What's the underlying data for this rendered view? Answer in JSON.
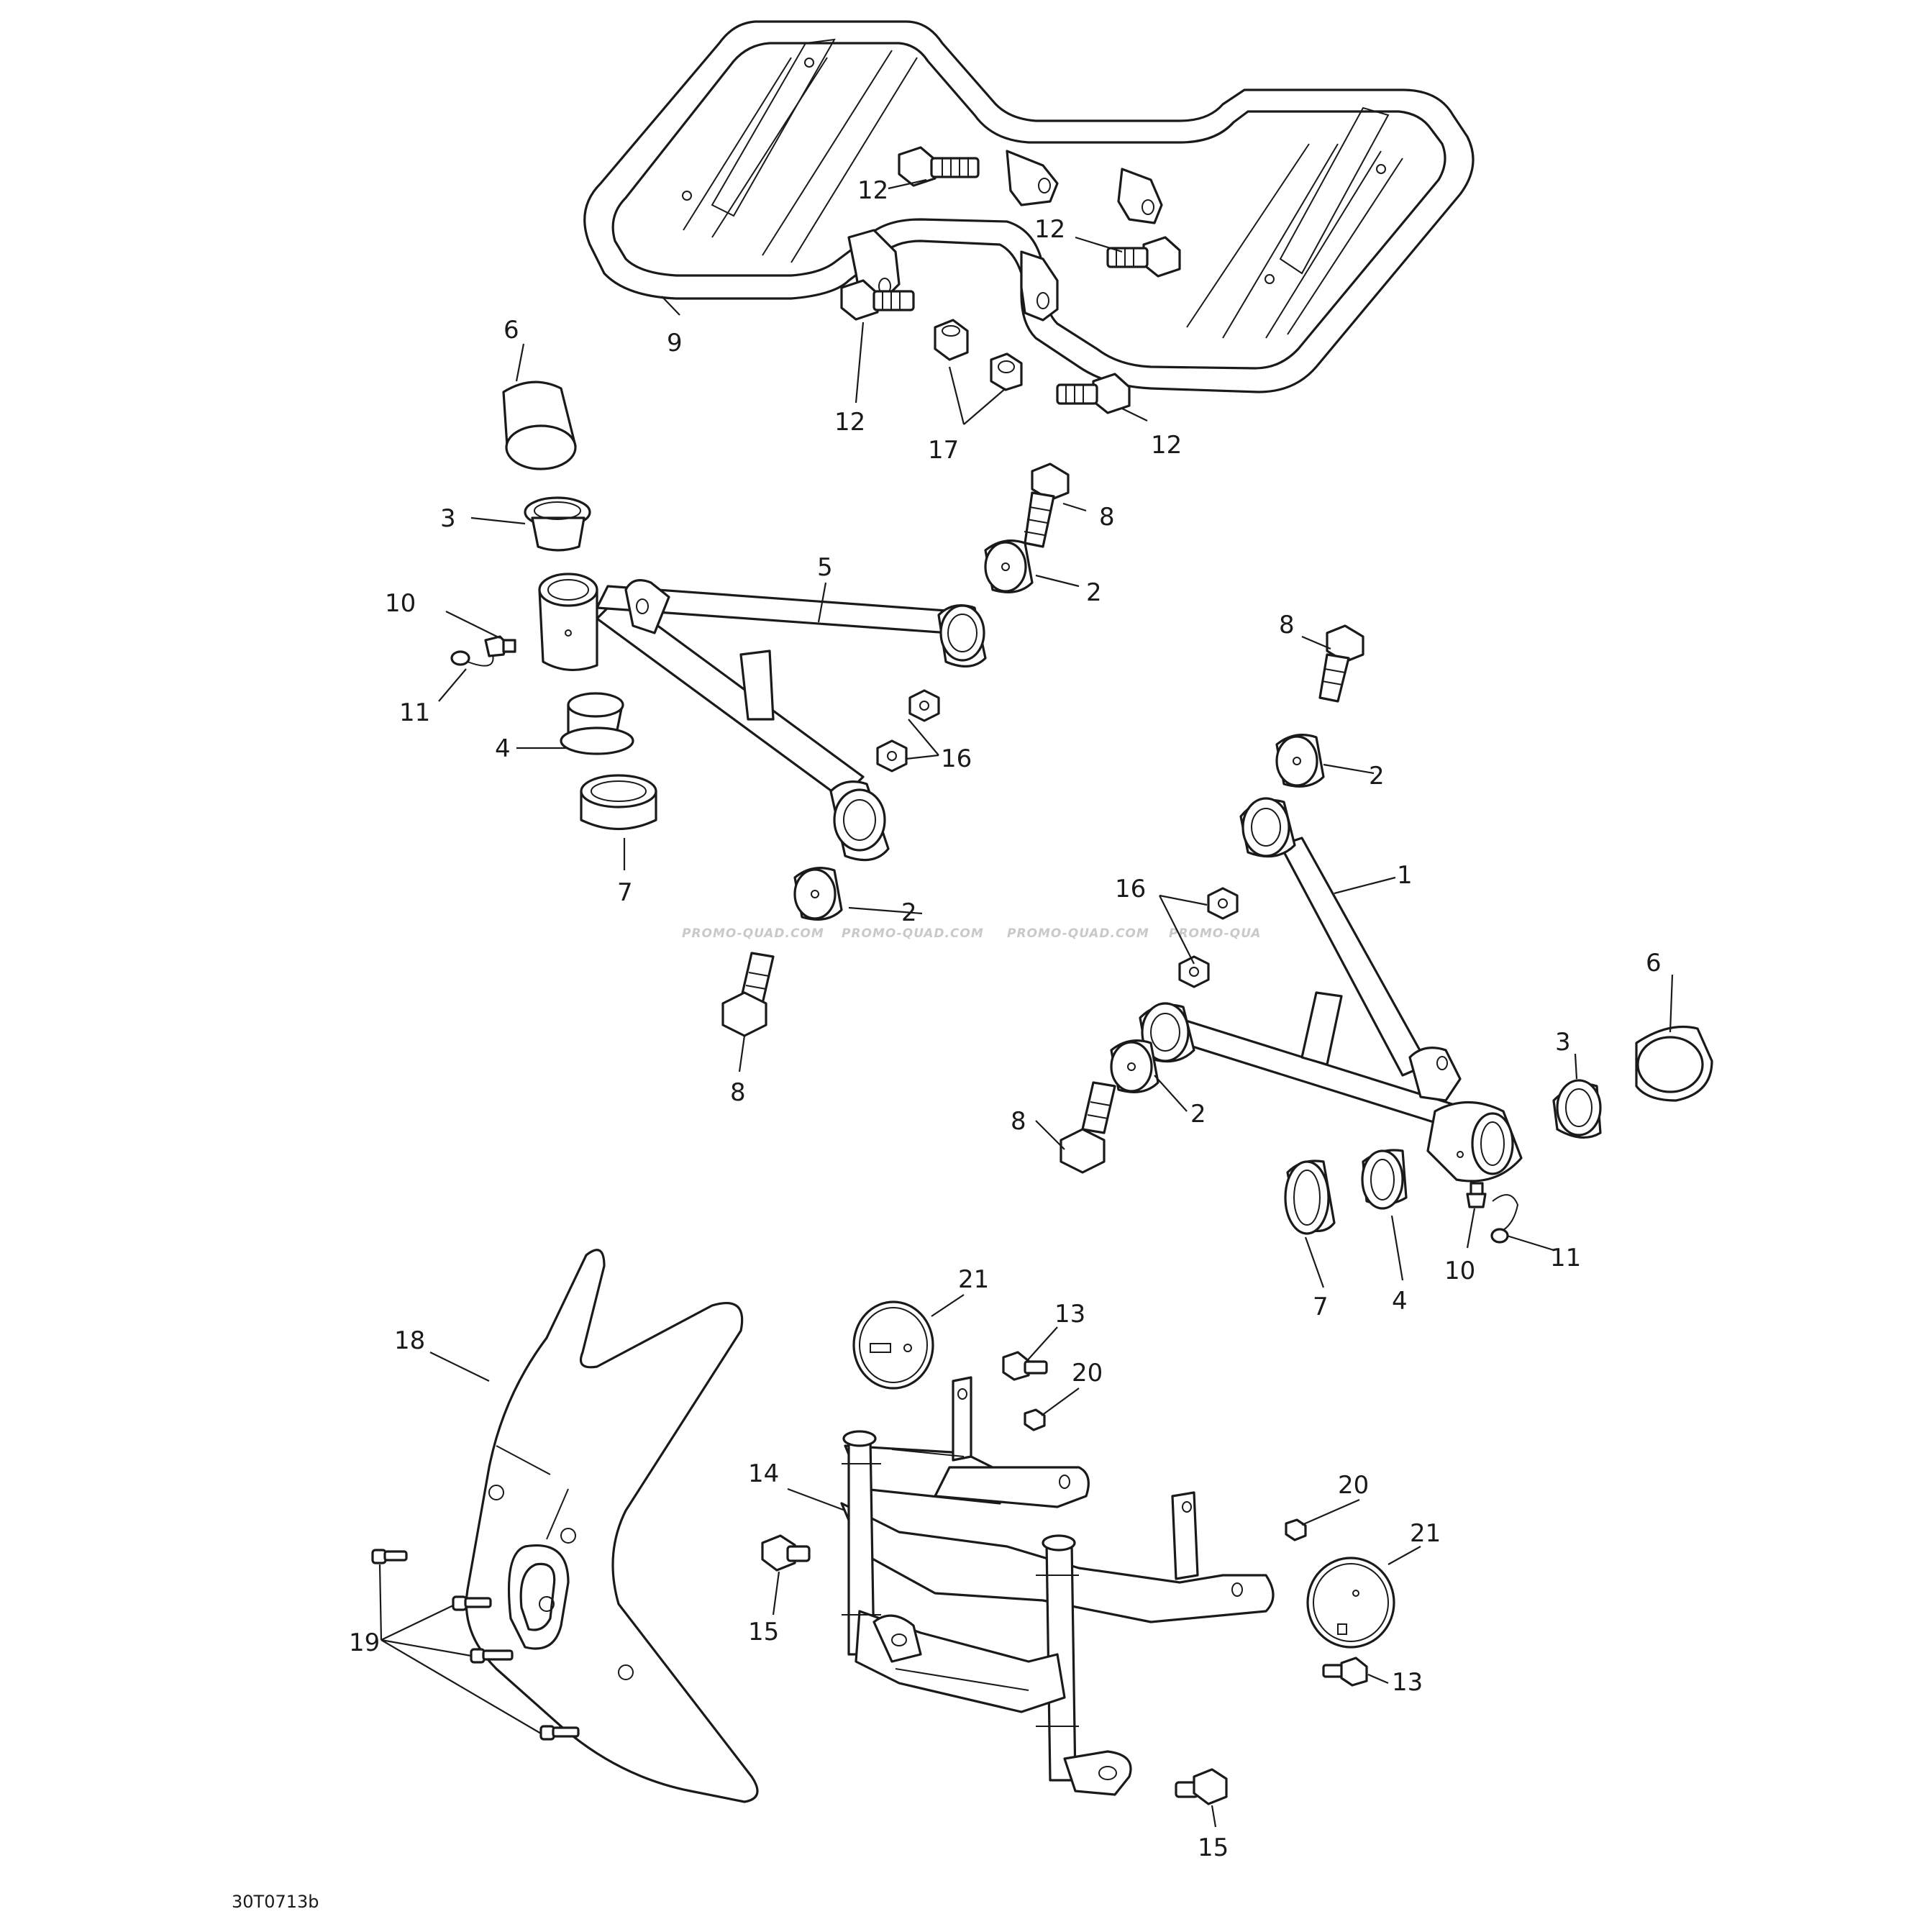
{
  "doc_code": "30T0713b",
  "watermark": [
    "PROMO-QUAD.COM",
    "PROMO-QUAD.COM",
    "PROMO-QUAD.COM",
    "PROMO-QUA"
  ],
  "callouts": {
    "c1": "1",
    "c2a": "2",
    "c2b": "2",
    "c2c": "2",
    "c2d": "2",
    "c3a": "3",
    "c3b": "3",
    "c4a": "4",
    "c4b": "4",
    "c5": "5",
    "c6a": "6",
    "c6b": "6",
    "c7a": "7",
    "c7b": "7",
    "c8a": "8",
    "c8b": "8",
    "c8c": "8",
    "c8d": "8",
    "c9": "9",
    "c10a": "10",
    "c10b": "10",
    "c11a": "11",
    "c11b": "11",
    "c12a": "12",
    "c12b": "12",
    "c12c": "12",
    "c12d": "12",
    "c13a": "13",
    "c13b": "13",
    "c14": "14",
    "c15a": "15",
    "c15b": "15",
    "c16a": "16",
    "c16b": "16",
    "c17": "17",
    "c18": "18",
    "c19": "19",
    "c20a": "20",
    "c20b": "20",
    "c21a": "21",
    "c21b": "21"
  }
}
